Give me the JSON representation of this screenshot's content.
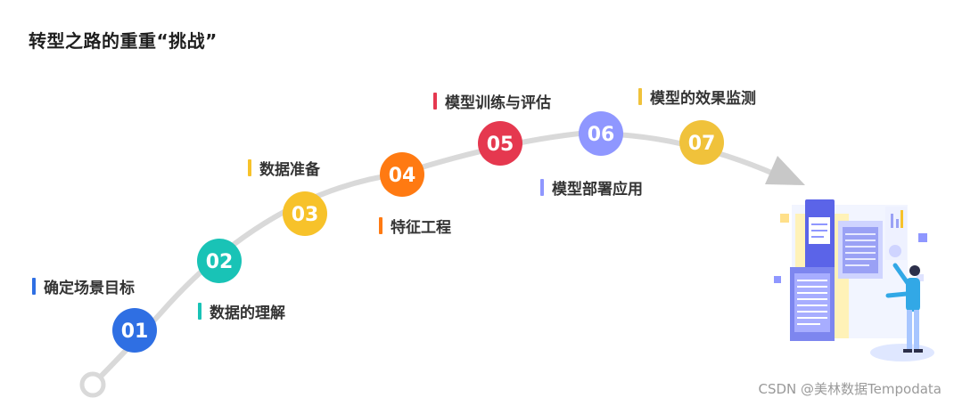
{
  "title": "转型之路的重重“挑战”",
  "watermark": "CSDN @美林数据Tempodata",
  "colors": {
    "path": "#d9d9d9",
    "blue": "#2f6fe3",
    "teal": "#19c3b6",
    "yellow": "#f7c22a",
    "orange": "#ff7a12",
    "red": "#e5384f",
    "periwinkle": "#8f97ff",
    "gold": "#f0c23b"
  },
  "steps": [
    {
      "number": "01",
      "label": "确定场景目标",
      "color": "#2f6fe3"
    },
    {
      "number": "02",
      "label": "数据的理解",
      "color": "#19c3b6"
    },
    {
      "number": "03",
      "label": "数据准备",
      "color": "#f7c22a"
    },
    {
      "number": "04",
      "label": "特征工程",
      "color": "#ff7a12"
    },
    {
      "number": "05",
      "label": "模型训练与评估",
      "color": "#e5384f"
    },
    {
      "number": "06",
      "label": "模型部署应用",
      "color": "#8f97ff"
    },
    {
      "number": "07",
      "label": "模型的效果监测",
      "color": "#f0c23b"
    }
  ],
  "illustration": {
    "name": "person-presenting-dashboard",
    "icons": [
      "document-icon",
      "chart-panel-icon",
      "person-figure"
    ]
  }
}
